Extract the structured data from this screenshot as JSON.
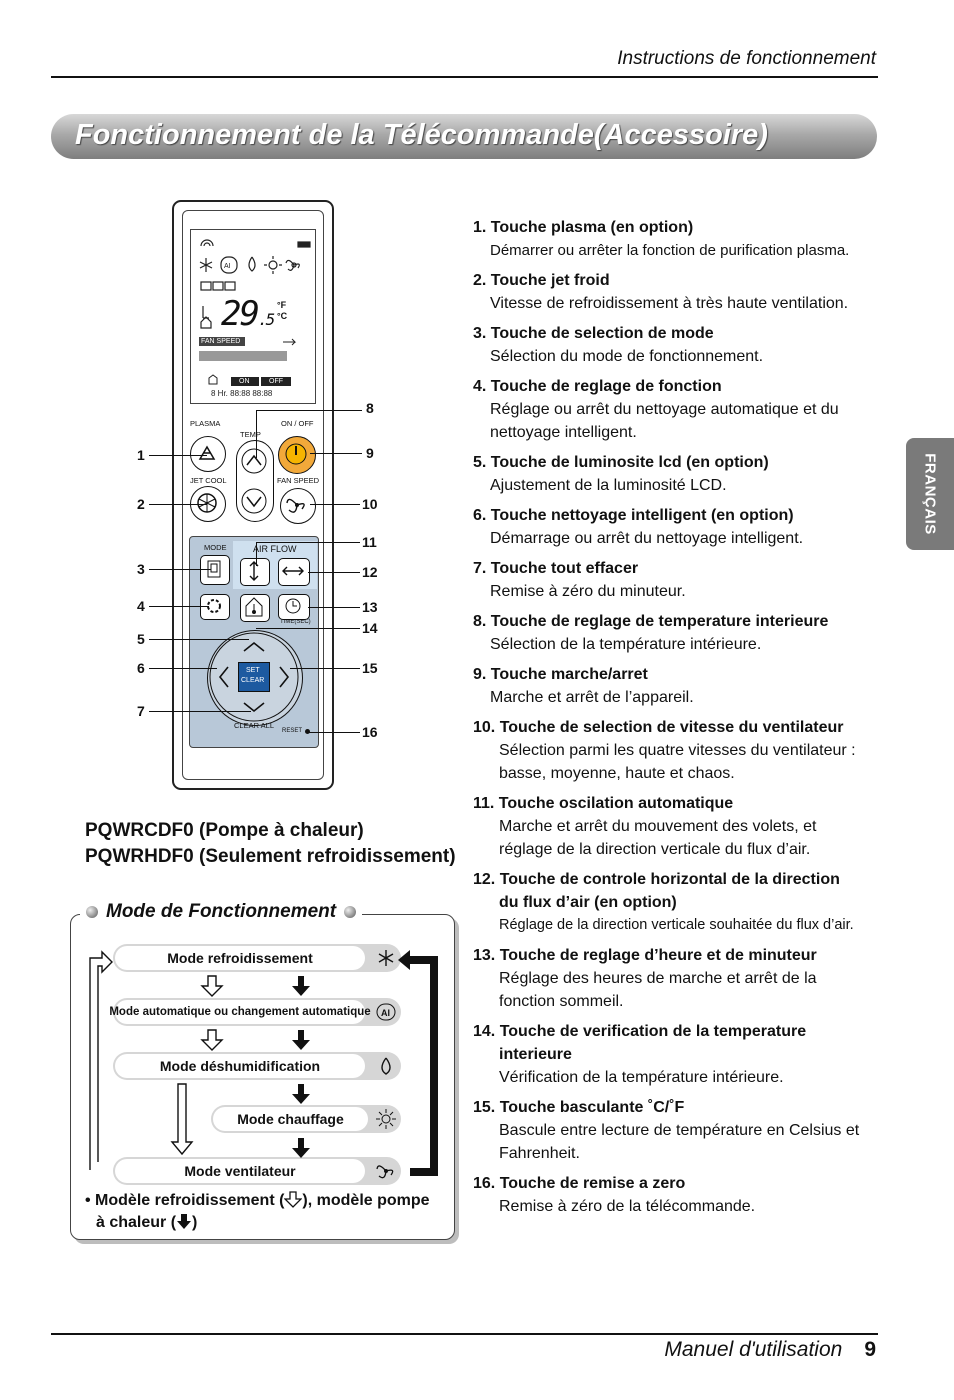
{
  "header": {
    "text": "Instructions de fonctionnement"
  },
  "title": "Fonctionnement de la Télécommande(Accessoire)",
  "side_tab": "FRANÇAIS",
  "remote": {
    "lcd": {
      "temp": "29",
      "temp_dec": ".5",
      "unit_f": "°F",
      "unit_c": "°C",
      "fan_speed": "FAN SPEED",
      "on": "ON",
      "off": "OFF",
      "timer": "8 Hr."
    },
    "labels": {
      "plasma": "PLASMA",
      "temp": "TEMP",
      "on_off": "ON / OFF",
      "jet_cool": "JET COOL",
      "fan_speed": "FAN SPEED",
      "mode": "MODE",
      "air_flow": "AIR FLOW",
      "time": "TIME(SEC)",
      "set": "SET",
      "clear": "CLEAR",
      "clear_all": "CLEAR ALL",
      "reset": "RESET"
    },
    "callouts": [
      "1",
      "2",
      "3",
      "4",
      "5",
      "6",
      "7",
      "8",
      "9",
      "10",
      "11",
      "12",
      "13",
      "14",
      "15",
      "16"
    ]
  },
  "models": {
    "line1": "PQWRCDF0 (Pompe à chaleur)",
    "line2": "PQWRHDF0 (Seulement refroidissement)"
  },
  "mode_box": {
    "title": "Mode de Fonctionnement",
    "modes": [
      {
        "label": "Mode refroidissement",
        "icon": "snowflake-icon"
      },
      {
        "label": "Mode automatique ou changement automatique",
        "icon": "ai-icon"
      },
      {
        "label": "Mode déshumidification",
        "icon": "drop-icon"
      },
      {
        "label": "Mode chauffage",
        "icon": "sun-icon"
      },
      {
        "label": "Mode ventilateur",
        "icon": "fan-icon"
      }
    ],
    "note_a": "• Modèle refroidissement (",
    "note_b": "), modèle pompe",
    "note_c": "à chaleur (",
    "note_d": ")"
  },
  "items": [
    {
      "title": "1. Touche plasma (en option)",
      "desc": "Démarrer ou arrêter la fonction de purification plasma."
    },
    {
      "title": "2. Touche jet froid",
      "desc": "Vitesse de refroidissement à très haute ventilation."
    },
    {
      "title": "3. Touche de selection de mode",
      "desc": "Sélection du mode de fonctionnement."
    },
    {
      "title": "4. Touche de reglage de fonction",
      "desc": "Réglage ou arrêt du nettoyage automatique et du nettoyage intelligent."
    },
    {
      "title": "5. Touche de luminosite lcd (en option)",
      "desc": "Ajustement de la luminosité LCD."
    },
    {
      "title": "6. Touche nettoyage intelligent (en option)",
      "desc": "Démarrage ou arrêt du nettoyage intelligent."
    },
    {
      "title": "7. Touche tout effacer",
      "desc": "Remise à zéro du minuteur."
    },
    {
      "title": "8. Touche de reglage de temperature interieure",
      "desc": "Sélection de la température intérieure."
    },
    {
      "title": "9. Touche marche/arret",
      "desc": "Marche et arrêt de l’appareil."
    },
    {
      "title": "10. Touche de selection de vitesse du ventilateur",
      "desc": "Sélection parmi les quatre vitesses du ventilateur : basse, moyenne, haute et chaos."
    },
    {
      "title": "11. Touche oscilation automatique",
      "desc": "Marche et arrêt du mouvement des volets, et réglage de la direction verticale du flux d’air."
    },
    {
      "title": "12. Touche de controle horizontal de la direction",
      "title2": "du flux d’air (en option)",
      "desc": "Réglage de la direction verticale souhaitée du flux d’air."
    },
    {
      "title": "13. Touche de reglage d’heure et de minuteur",
      "desc": "Réglage des heures de marche et arrêt de la fonction sommeil."
    },
    {
      "title": "14. Touche de verification de la temperature",
      "title2": "interieure",
      "desc": "Vérification de la température intérieure."
    },
    {
      "title": "15. Touche basculante ˚C/˚F",
      "desc": "Bascule entre lecture de température en Celsius et Fahrenheit."
    },
    {
      "title": "16. Touche de remise a zero",
      "desc": "Remise à zéro de la télécommande."
    }
  ],
  "footer": {
    "text": "Manuel d'utilisation",
    "page": "9"
  }
}
